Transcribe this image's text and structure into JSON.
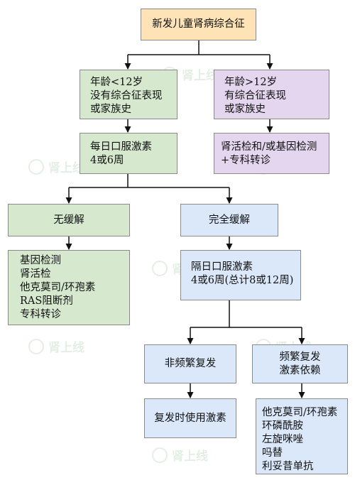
{
  "flowchart": {
    "title": "新发儿童肾病综合征",
    "branch_left": [
      "年龄<12岁",
      "没有综合征表现",
      "或家族史"
    ],
    "branch_right": [
      "年龄>12岁",
      "有综合征表现",
      "或家族史"
    ],
    "left_treatment": [
      "每日口服激素",
      "4或6周"
    ],
    "right_treatment": [
      "肾活检和/或基因检测",
      "+专科转诊"
    ],
    "no_remission": "无缓解",
    "complete_remission": "完全缓解",
    "no_remission_actions": [
      "基因检测",
      "肾活检",
      "他克莫司/环孢素",
      "RAS阻断剂",
      "专科转诊"
    ],
    "alternate_day": [
      "隔日口服激素",
      "4或6周(总计8或12周)"
    ],
    "infrequent_relapse": "非频繁复发",
    "frequent_relapse": [
      "频繁复发",
      "激素依赖"
    ],
    "infrequent_action": "复发时使用激素",
    "frequent_actions": [
      "他克莫司/环孢素",
      "环磷酰胺",
      "左旋咪唑",
      "吗替",
      "利妥昔单抗"
    ]
  },
  "watermark": {
    "text": "肾上线",
    "icon": "kidney-logo-icon"
  }
}
